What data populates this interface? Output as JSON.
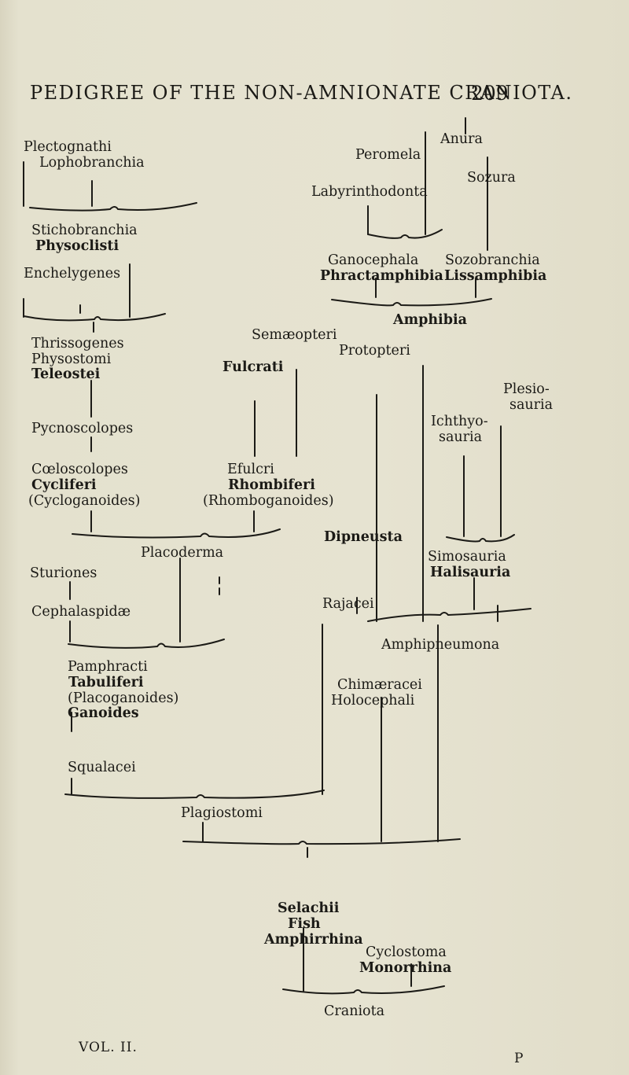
{
  "header": {
    "title": "PEDIGREE OF THE NON-AMNIONATE CRANIOTA.",
    "page_number": "209"
  },
  "footer": {
    "volume": "VOL. II.",
    "signature": "P"
  },
  "taxa": {
    "plectognathi": "Plectognathi",
    "lophobranchia": "Lophobranchia",
    "stichobranchia": "Stichobranchia",
    "physoclisti": "Physoclisti",
    "enchelygenes": "Enchelygenes",
    "thrissogenes": "Thrissogenes",
    "physostomi": "Physostomi",
    "teleostei": "Teleostei",
    "pycnoscolopes": "Pycnoscolopes",
    "coeloscolopes": "Cœloscolopes",
    "cycliferi": "Cycliferi",
    "cycloganoides": "(Cycloganoides)",
    "sturiones": "Sturiones",
    "cephalaspidae": "Cephalaspidæ",
    "placoderma": "Placoderma",
    "pamphracti": "Pamphracti",
    "tabuliferi": "Tabuliferi",
    "placoganoides": "(Placoganoides)",
    "ganoides": "Ganoides",
    "squalacei": "Squalacei",
    "plagiostomi": "Plagiostomi",
    "rajacei": "Rajacei",
    "chimaeracei": "Chimæracei",
    "holocephali": "Holocephali",
    "selachii": "Selachii",
    "fish": "Fish",
    "amphirrhina": "Amphirrhina",
    "cyclostoma": "Cyclostoma",
    "monorrhina": "Monorrhina",
    "craniota": "Craniota",
    "anura": "Anura",
    "peromela": "Peromela",
    "sozura": "Sozura",
    "labyrinthodonta": "Labyrinthodonta",
    "ganocephala": "Ganocephala",
    "phractamphibia": "Phractamphibia",
    "sozobranchia": "Sozobranchia",
    "lissamphibia": "Lissamphibia",
    "amphibia": "Amphibia",
    "semaeopteri": "Semæopteri",
    "protopteri": "Protopteri",
    "fulcrati": "Fulcrati",
    "fulcri": "Efulcri",
    "rhombiferi": "Rhombiferi",
    "rhomboganoides": "(Rhomboganoides)",
    "dipneusta": "Dipneusta",
    "plesio": "Plesio-",
    "sauria_plesio": "sauria",
    "ichthyo": "Ichthyo-",
    "sauria_ichthyo": "sauria",
    "simosauria": "Simosauria",
    "halisauria": "Halisauria",
    "amphipneumona": "Amphipneumona"
  }
}
